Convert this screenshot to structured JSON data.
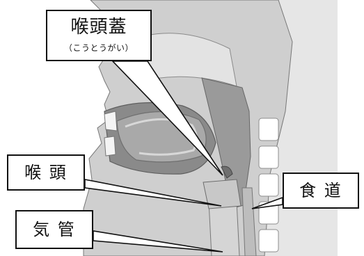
{
  "labels": {
    "epiglottis": {
      "main": "喉頭蓋",
      "reading": "（こうとうがい）"
    },
    "larynx": "喉 頭",
    "esophagus": "食 道",
    "trachea": "気 管"
  },
  "colors": {
    "background": "#ffffff",
    "spine_band": "#e6e6e6",
    "tissue_dark": "#7f7f7f",
    "tissue_mid": "#a6a6a6",
    "tissue_light": "#cfcfcf",
    "tissue_lighter": "#dcdcdc",
    "outline": "#111111",
    "callout_fill": "#ffffff"
  }
}
